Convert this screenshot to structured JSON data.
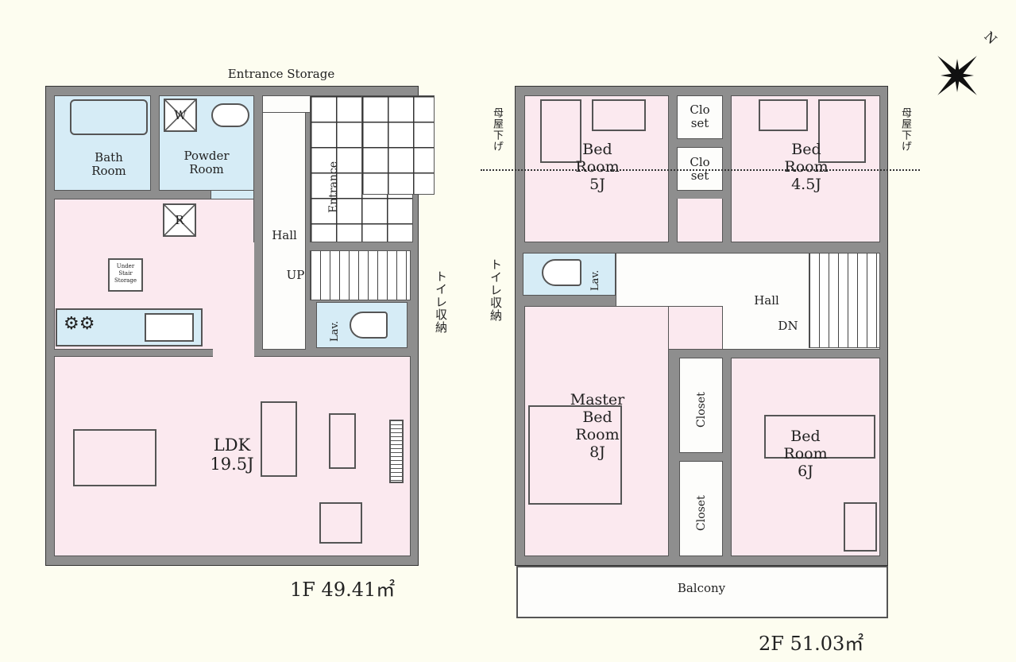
{
  "floor1": {
    "area_label": "1F 49.41㎡",
    "entrance_storage": "Entrance Storage",
    "bath": [
      "Bath",
      "Room"
    ],
    "powder": [
      "Powder",
      "Room"
    ],
    "washer_mark": "W",
    "fridge_mark": "R",
    "under_stair": [
      "Under",
      "Stair",
      "Storage"
    ],
    "hall": "Hall",
    "up": "UP",
    "entrance": "Entrance",
    "lav": "Lav.",
    "toilet_storage": "トイレ収納",
    "ldk": [
      "LDK",
      "19.5J"
    ]
  },
  "floor2": {
    "area_label": "2F 51.03㎡",
    "bed_5": [
      "Bed",
      "Room",
      "5J"
    ],
    "bed_45": [
      "Bed",
      "Room",
      "4.5J"
    ],
    "closet_a": [
      "Clo",
      "set"
    ],
    "closet_b": [
      "Clo",
      "set"
    ],
    "roof_note_left": "母屋下げ",
    "roof_note_right": "母屋下げ",
    "lav": "Lav.",
    "toilet_storage": "トイレ収納",
    "hall": "Hall",
    "dn": "DN",
    "master": [
      "Master",
      "Bed",
      "Room",
      "8J"
    ],
    "closet_c": "Closet",
    "closet_d": "Closet",
    "bed_6": [
      "Bed",
      "Room",
      "6J"
    ],
    "balcony": "Balcony"
  },
  "compass": {
    "north": "N"
  }
}
